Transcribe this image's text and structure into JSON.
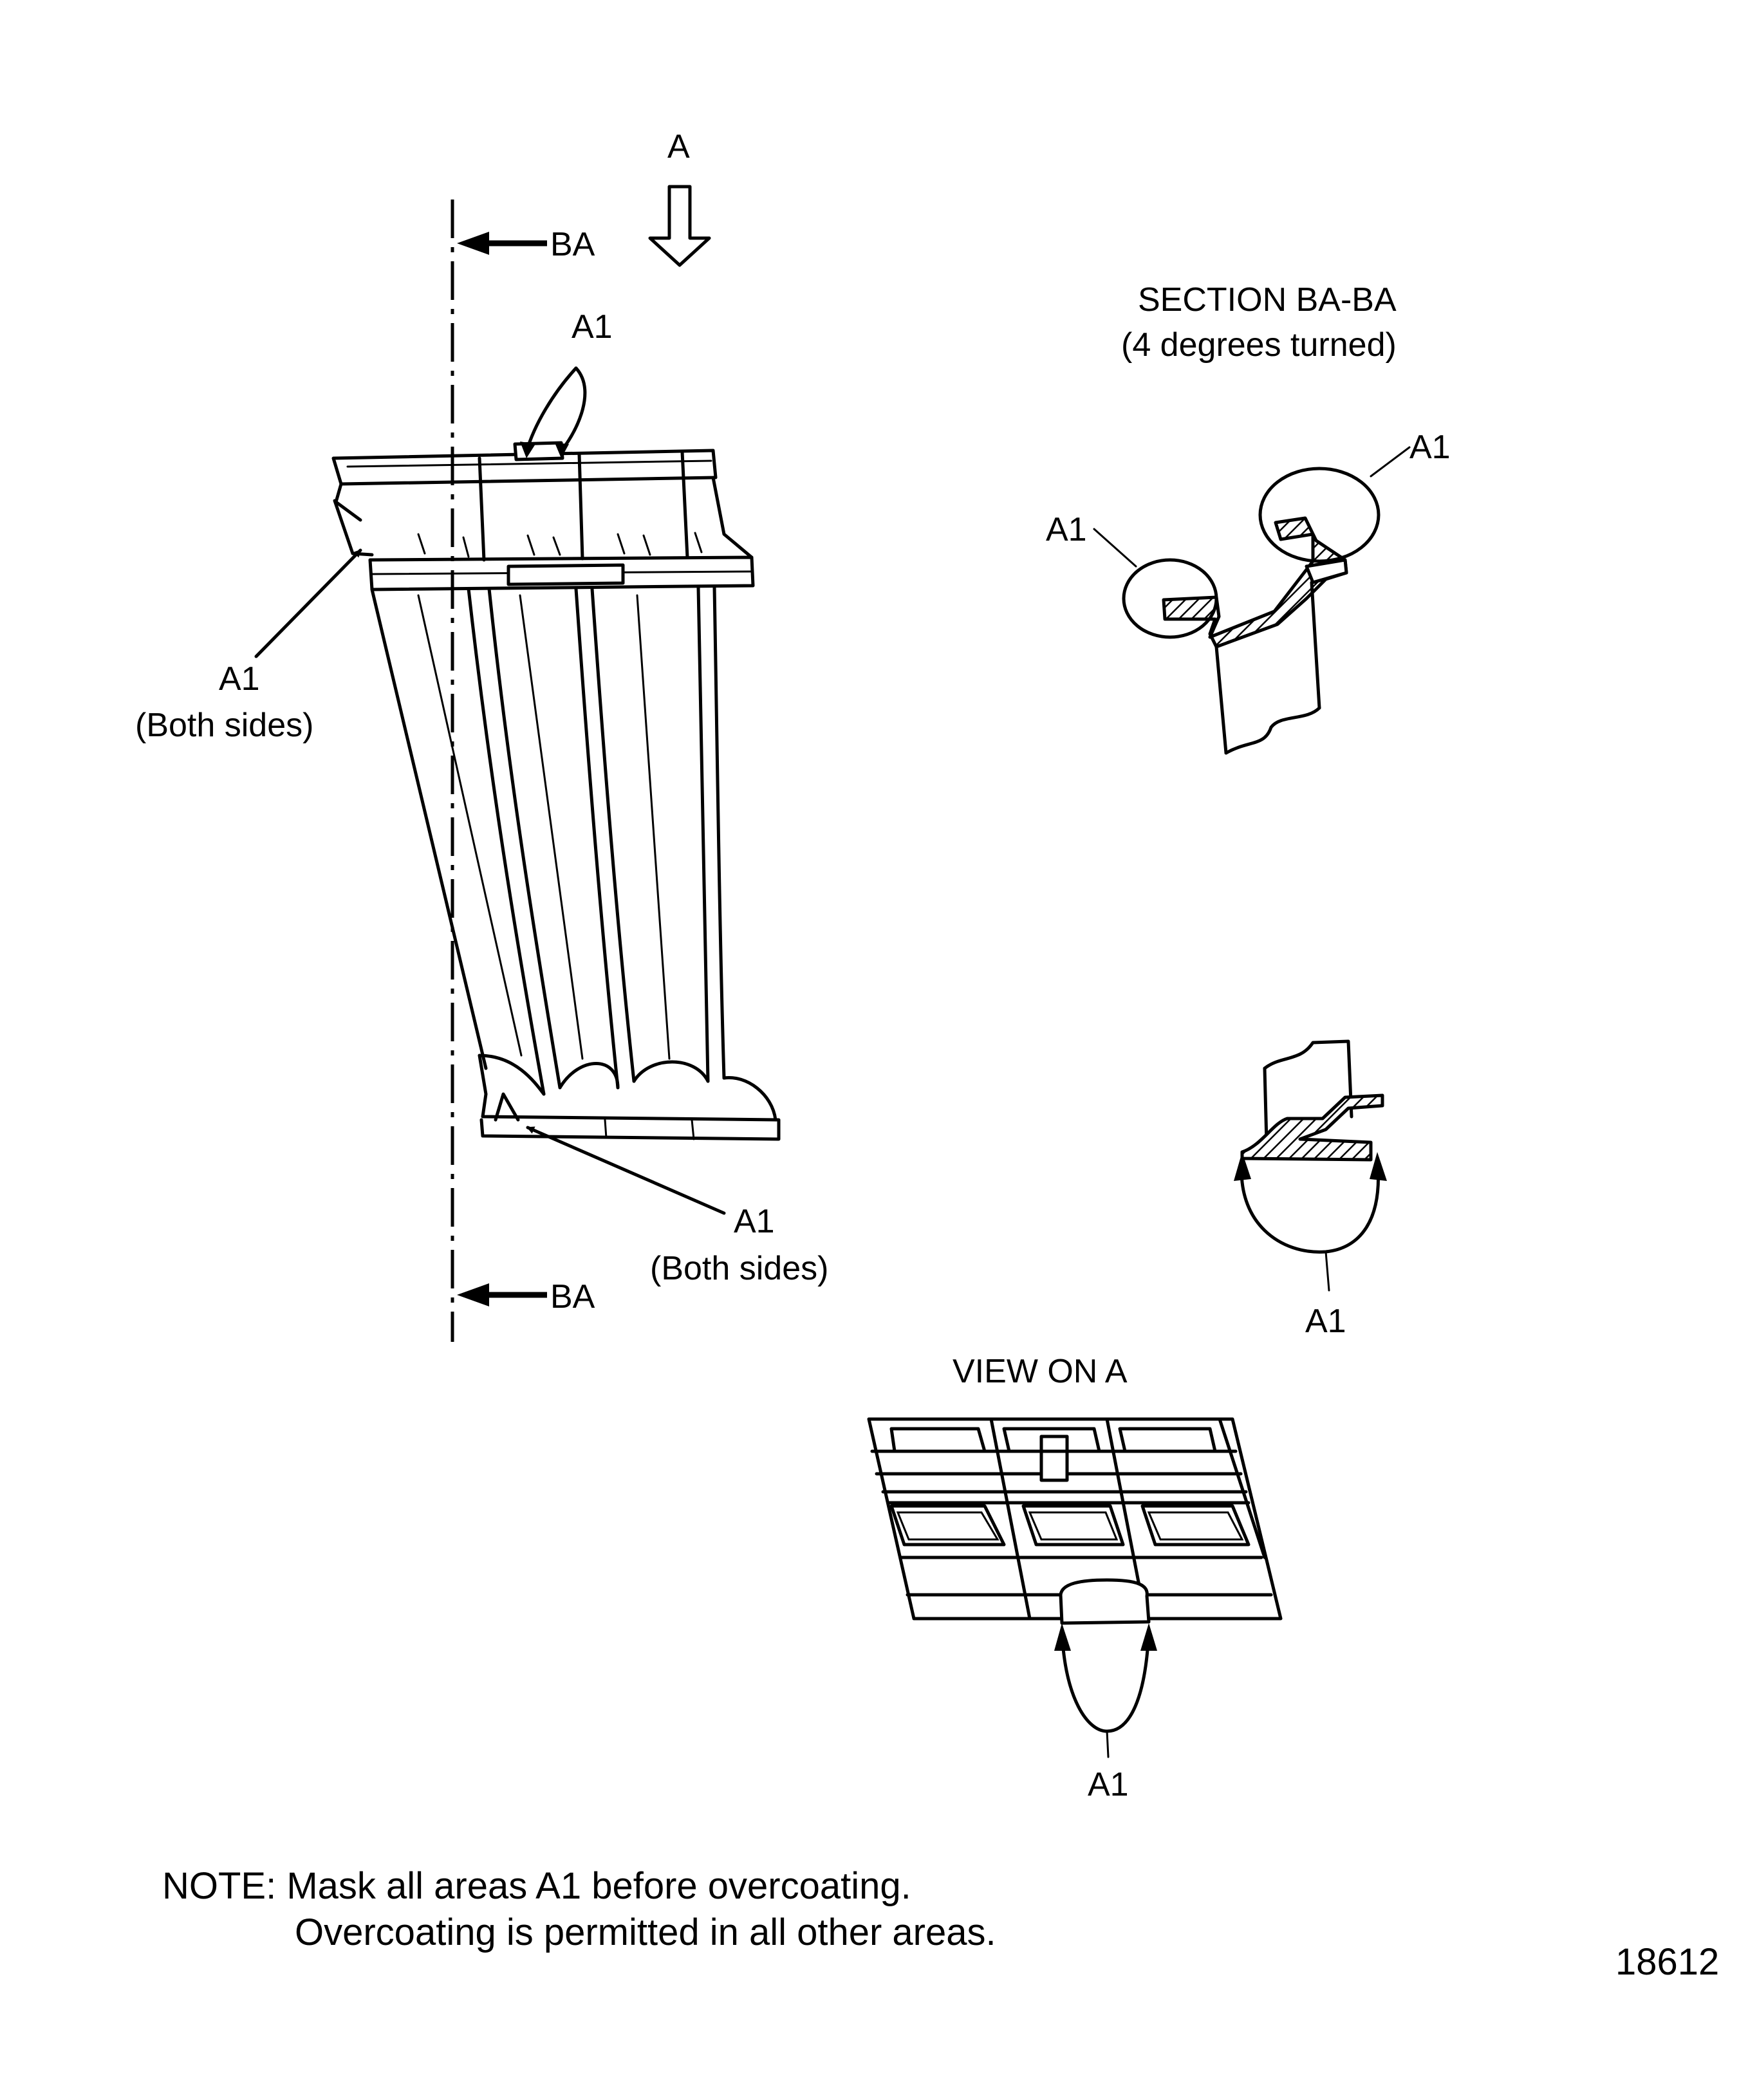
{
  "labels": {
    "view_arrow": "A",
    "section_top": "BA",
    "section_bottom": "BA",
    "a1_top": "A1",
    "a1_left": "A1",
    "a1_left_sub": "(Both sides)",
    "a1_bottom": "A1",
    "a1_bottom_sub": "(Both sides)",
    "section_title": "SECTION BA-BA",
    "section_subtitle": "(4 degrees turned)",
    "section_a1_right": "A1",
    "section_a1_left": "A1",
    "lower_section_a1": "A1",
    "view_title": "VIEW ON A",
    "view_a1": "A1"
  },
  "note": {
    "line1": "NOTE: Mask all areas A1 before overcoating.",
    "line2": "Overcoating is permitted in all other areas."
  },
  "figure_number": "18612"
}
